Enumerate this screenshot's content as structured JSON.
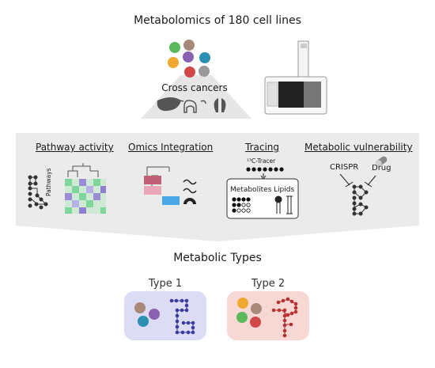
{
  "title": "Metabolomics of 180 cell lines",
  "cross_cancers_label": "Cross cancers",
  "sections": {
    "pathway_activity": "Pathway activity",
    "pathways_axis": "Pathways",
    "omics_integration": "Omics Integration",
    "tracing": "Tracing",
    "tracer_label": "¹³C-Tracer",
    "metabolites_label": "Metabolites",
    "lipids_label": "Lipids",
    "metabolic_vulnerability": "Metabolic vulnerability",
    "crispr_label": "CRISPR",
    "drug_label": "Drug"
  },
  "metabolic_types_title": "Metabolic Types",
  "types": [
    {
      "label": "Type 1",
      "color": "#dcdcf5",
      "network_color": "#3b3b9e"
    },
    {
      "label": "Type 2",
      "color": "#f8d8d4",
      "network_color": "#b83030"
    }
  ],
  "colors": {
    "panel_gray": "#e8e8e8",
    "cell_green": "#5cb85c",
    "cell_brown": "#a88878",
    "cell_teal": "#2a8fb0",
    "cell_orange": "#f0a830",
    "cell_purple": "#8a60b0",
    "cell_red": "#d04848"
  }
}
